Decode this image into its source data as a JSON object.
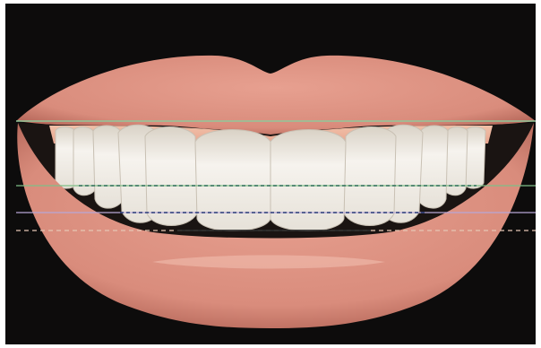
{
  "image": {
    "subject": "smile-with-guide-lines",
    "background_color": "#0d0c0c",
    "frame_color": "#ffffff",
    "lip_color": "#d98c7c",
    "lip_shadow_color": "#a85a4d",
    "gum_color": "#e9a58f",
    "tooth_color": "#f2efe8",
    "mouth_interior_color": "#1a1412"
  },
  "guide_lines": [
    {
      "name": "upper-lip-line",
      "color": "#8fc89a",
      "style": "solid"
    },
    {
      "name": "incisal-line",
      "color": "#2f6e5a",
      "style": "dashed"
    },
    {
      "name": "incisal-line-outer",
      "color": "#7fbf87",
      "style": "solid"
    },
    {
      "name": "lower-lip-guide",
      "color": "#2a3b7a",
      "style": "dashed"
    },
    {
      "name": "lower-lip-guide-outer",
      "color": "#b7a6d6",
      "style": "solid"
    },
    {
      "name": "lower-dotted-line",
      "color": "#e6c6b4",
      "style": "dotted"
    },
    {
      "name": "tooth-edge-line",
      "color": "#2b2b2b",
      "style": "solid"
    }
  ]
}
